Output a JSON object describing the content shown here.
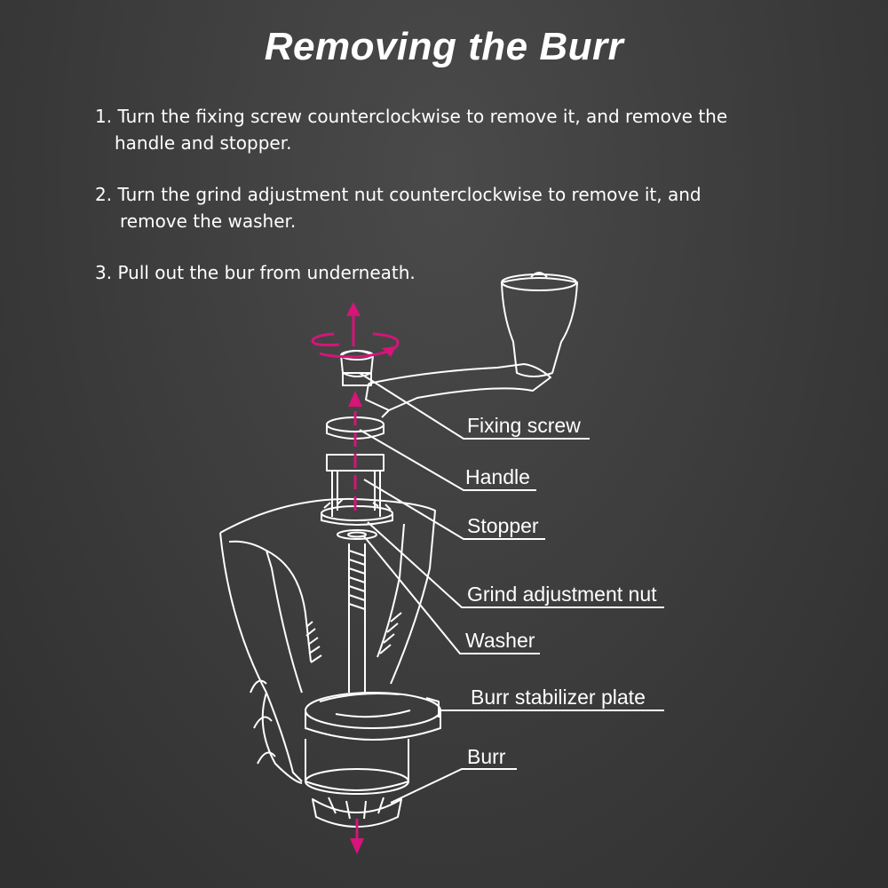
{
  "title": "Removing the Burr",
  "steps": [
    {
      "line1": "1. Turn the fixing screw counterclockwise to remove it, and remove the",
      "line2": "handle and stopper."
    },
    {
      "line1": "2. Turn the grind adjustment nut counterclockwise to remove it, and",
      "line2": "remove the washer."
    },
    {
      "line1": "3. Pull out the bur from underneath.",
      "line2": ""
    }
  ],
  "labels": {
    "fixing_screw": "Fixing screw",
    "handle": "Handle",
    "stopper": "Stopper",
    "grind_nut": "Grind adjustment nut",
    "washer": "Washer",
    "stabilizer": "Burr stabilizer plate",
    "burr": "Burr"
  },
  "colors": {
    "accent": "#d6147a",
    "line": "#ffffff",
    "background": "#3b3b3b"
  }
}
